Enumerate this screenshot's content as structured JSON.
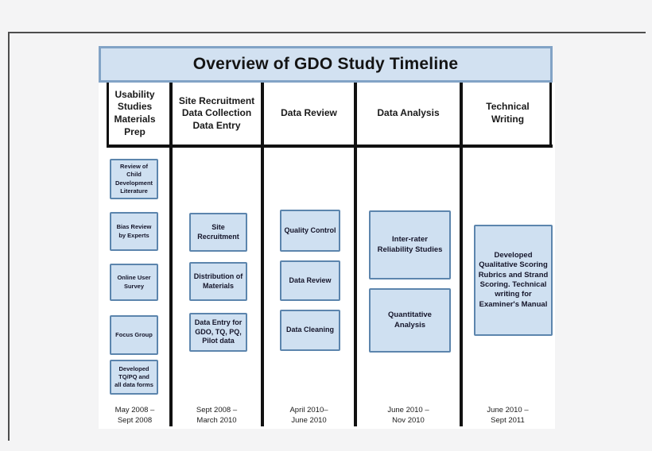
{
  "title": "Overview of GDO Study Timeline",
  "colors": {
    "page_background": "#f4f4f5",
    "table_background": "#ffffff",
    "banner_fill": "#d2e1f1",
    "banner_border": "#82a3c6",
    "box_fill": "#cfe0f1",
    "box_border": "#5c85ad",
    "rule_color": "#111111",
    "frame_color": "#4d4d4d"
  },
  "columns": [
    {
      "header": "Usability\nStudies\nMaterials\nPrep",
      "boxes": [
        "Review of\nChild\nDevelopment\nLiterature",
        "Bias Review\nby Experts",
        "Online User\nSurvey",
        "Focus Group",
        "Developed\nTQ/PQ and\nall data forms"
      ],
      "date": "May 2008 –\nSept 2008"
    },
    {
      "header": "Site Recruitment\nData Collection\nData Entry",
      "boxes": [
        "Site\nRecruitment",
        "Distribution of\nMaterials",
        "Data Entry for\nGDO, TQ, PQ,\nPilot data"
      ],
      "date": "Sept 2008 –\nMarch 2010"
    },
    {
      "header": "Data Review",
      "boxes": [
        "Quality Control",
        "Data Review",
        "Data Cleaning"
      ],
      "date": "April  2010–\nJune 2010"
    },
    {
      "header": "Data Analysis",
      "boxes": [
        "Inter-rater\nReliability Studies",
        "Quantitative\nAnalysis"
      ],
      "date": "June 2010 –\nNov 2010"
    },
    {
      "header": "Technical\nWriting",
      "boxes": [
        "Developed\nQualitative Scoring\nRubrics and Strand\nScoring.  Technical\nwriting for\nExaminer's Manual"
      ],
      "date": "June 2010 –\nSept 2011"
    }
  ]
}
